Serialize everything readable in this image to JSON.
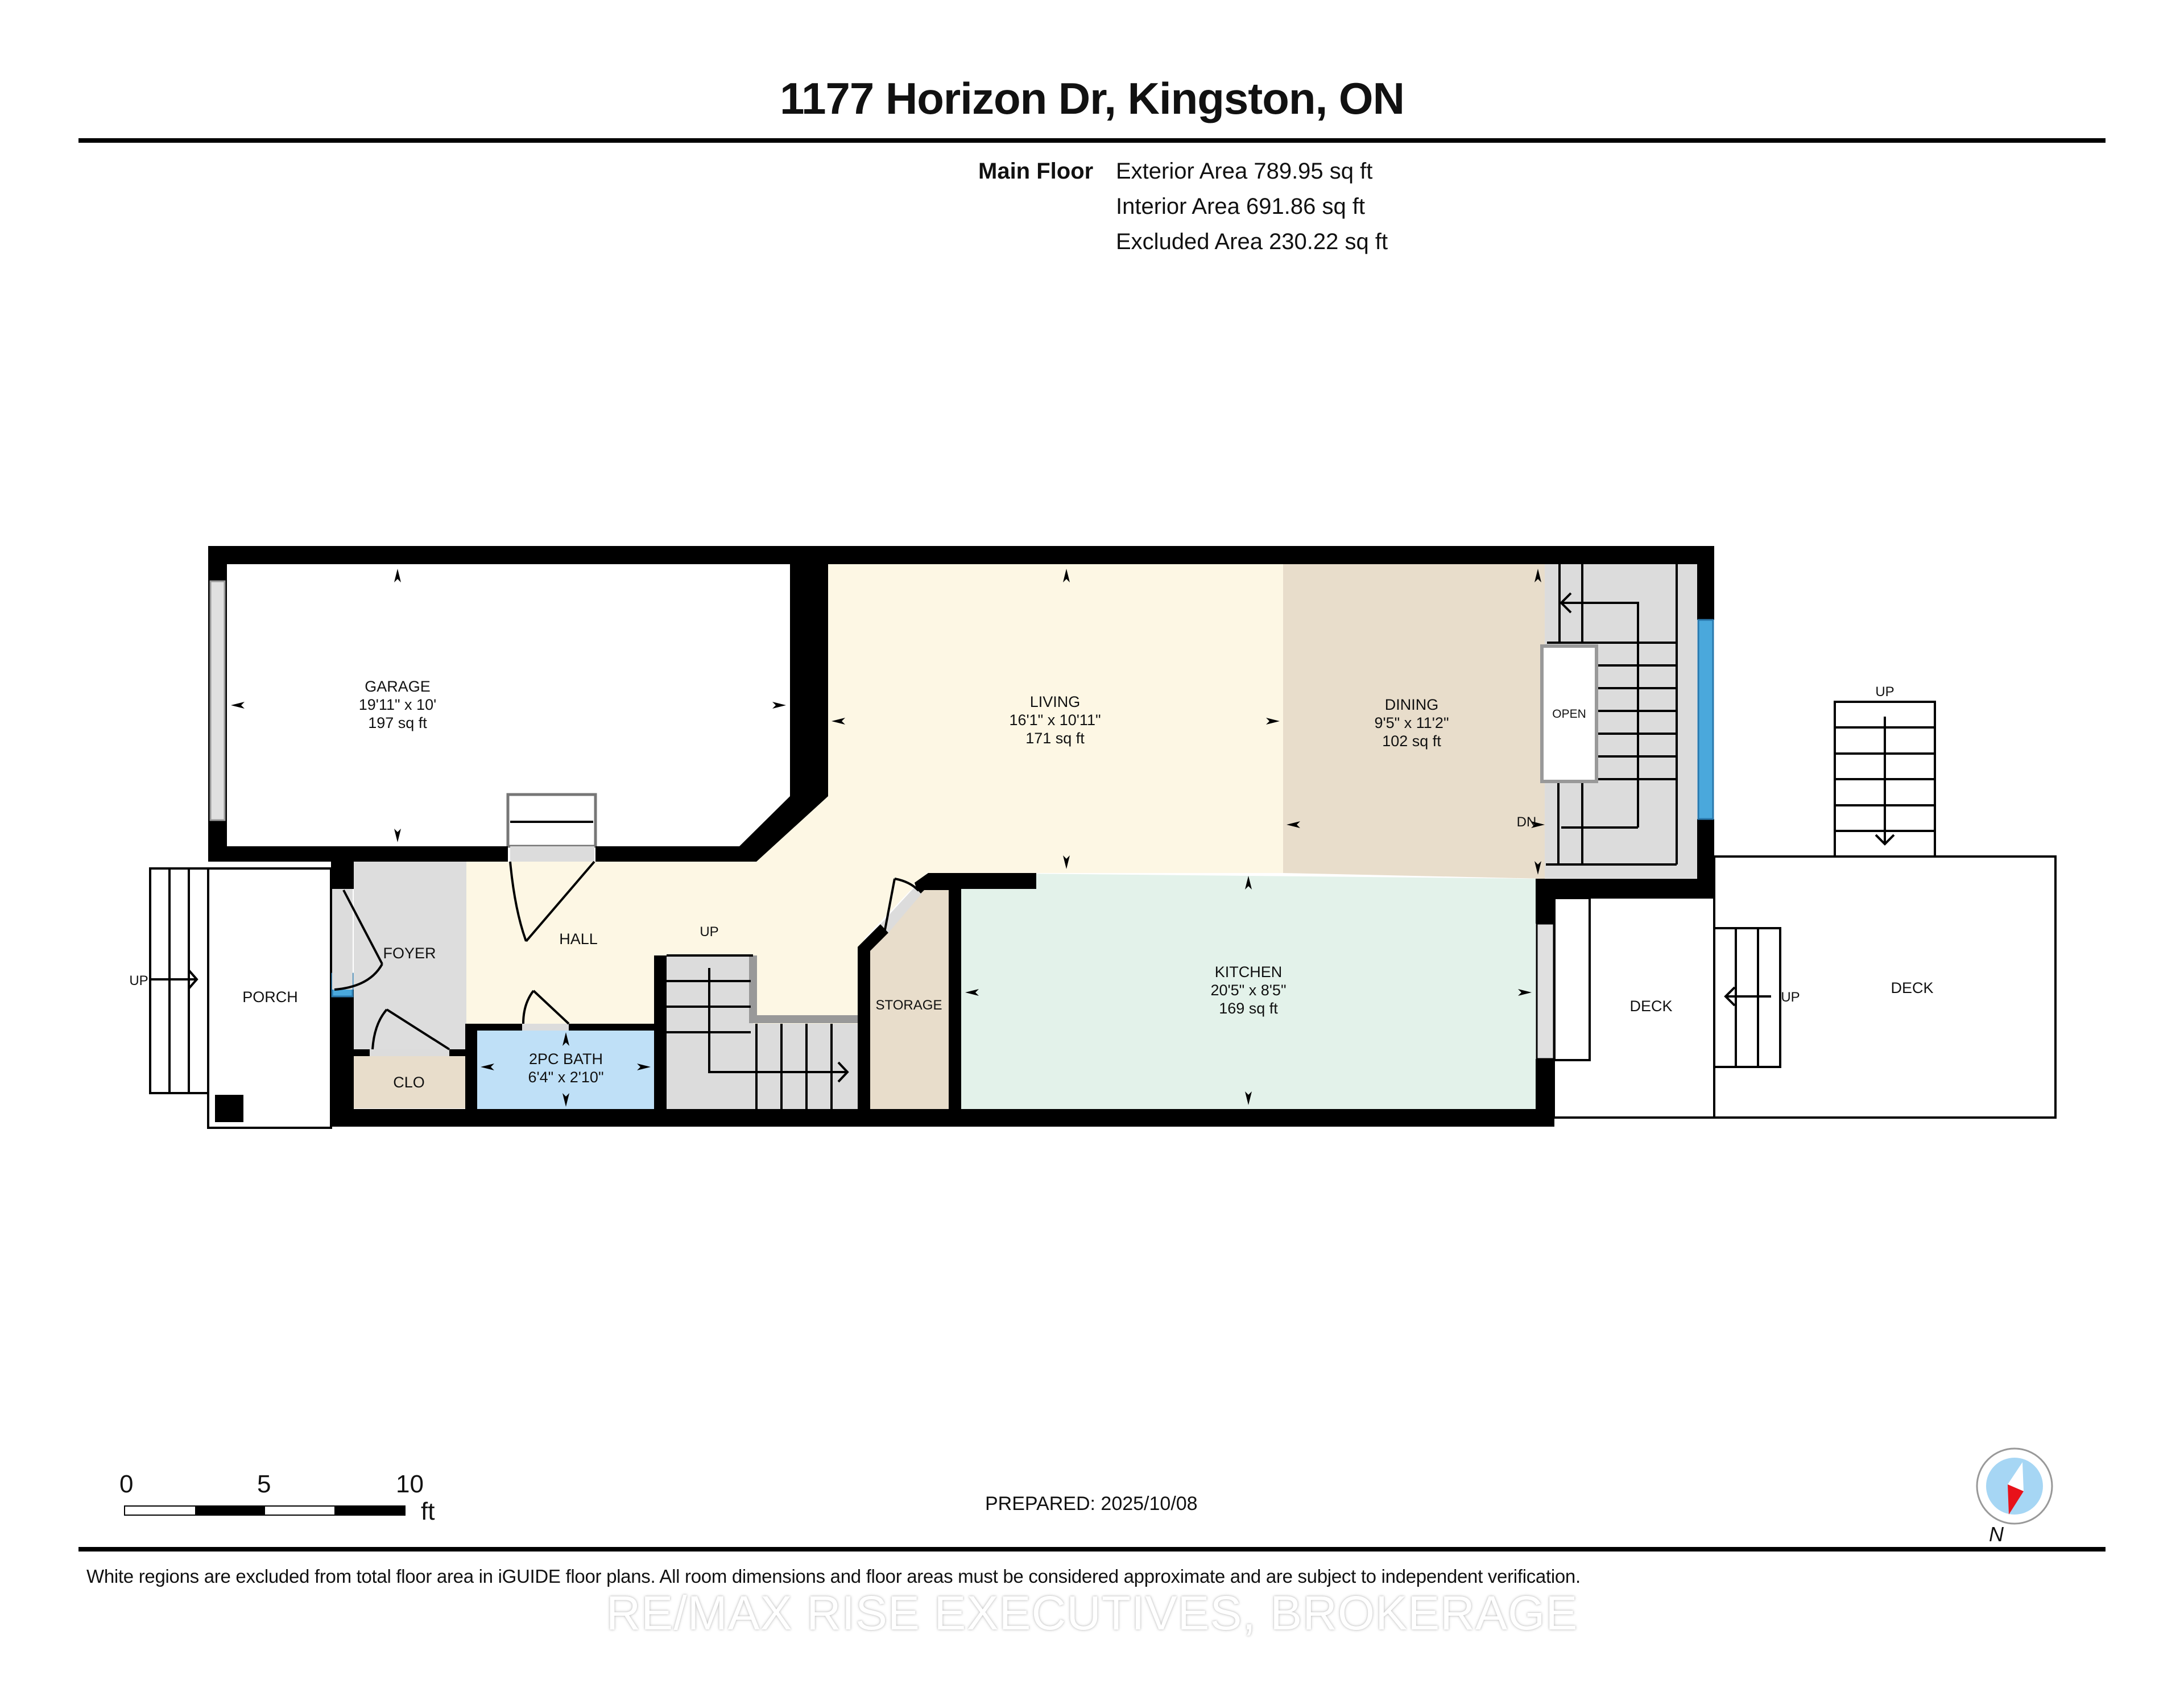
{
  "header": {
    "title": "1177 Horizon Dr, Kingston, ON"
  },
  "area_summary": {
    "floor_label": "Main Floor",
    "exterior": "Exterior Area 789.95 sq ft",
    "interior": "Interior Area 691.86 sq ft",
    "excluded": "Excluded Area 230.22 sq ft"
  },
  "rooms": {
    "garage": {
      "name": "GARAGE",
      "dims": "19'11\" x 10'",
      "area": "197 sq ft",
      "color": "#ffffff"
    },
    "living": {
      "name": "LIVING",
      "dims": "16'1\" x 10'11\"",
      "area": "171 sq ft",
      "color": "#fdf7e4"
    },
    "dining": {
      "name": "DINING",
      "dims": "9'5\" x 11'2\"",
      "area": "102 sq ft",
      "color": "#e8ddcb"
    },
    "kitchen": {
      "name": "KITCHEN",
      "dims": "20'5\" x 8'5\"",
      "area": "169 sq ft",
      "color": "#e3f2ea"
    },
    "bath": {
      "name": "2PC BATH",
      "dims": "6'4\" x 2'10\"",
      "color": "#bfe0f7"
    },
    "foyer": {
      "name": "FOYER",
      "color": "#dddddd"
    },
    "hall": {
      "name": "HALL",
      "color": "#fdf7e4"
    },
    "closet": {
      "name": "CLO",
      "color": "#e8ddcb"
    },
    "storage": {
      "name": "STORAGE",
      "color": "#e8ddcb"
    },
    "porch": {
      "name": "PORCH",
      "color": "#ffffff"
    },
    "deck_small": {
      "name": "DECK",
      "color": "#ffffff"
    },
    "deck_large": {
      "name": "DECK",
      "color": "#ffffff"
    }
  },
  "annotations": {
    "stairs_hall_up": "UP",
    "stairs_open": "OPEN",
    "stairs_dn": "DN",
    "porch_steps_up": "UP",
    "deck_steps_up": "UP",
    "deck_top_steps_up": "UP"
  },
  "colors": {
    "wall": "#000000",
    "window": "#4aa8dc",
    "stair_fill": "#dcdcdc"
  },
  "scale_bar": {
    "ticks": [
      "0",
      "5",
      "10"
    ],
    "unit": "ft"
  },
  "prepared": "PREPARED: 2025/10/08",
  "compass": {
    "label": "N"
  },
  "footer": {
    "disclaimer": "White regions are excluded from total floor area in iGUIDE floor plans. All room dimensions and floor areas must be considered approximate and are subject to independent verification.",
    "brokerage": "RE/MAX RISE EXECUTIVES, BROKERAGE"
  }
}
